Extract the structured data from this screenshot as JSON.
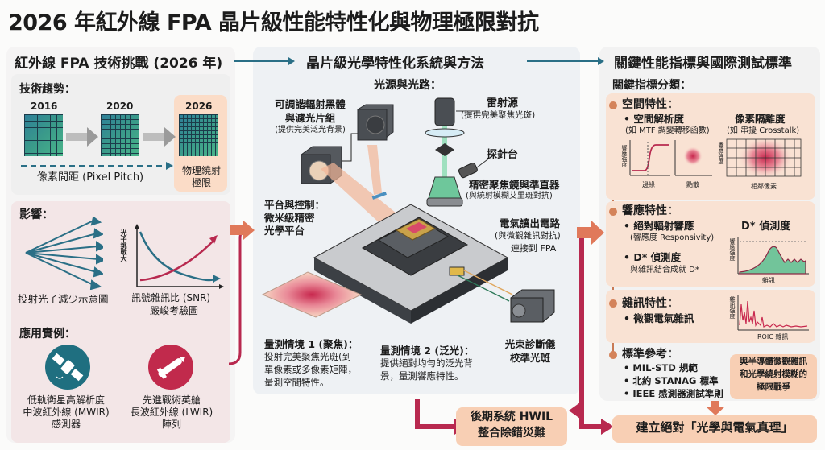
{
  "title": "2026 年紅外線 FPA 晶片級性能特性化與物理極限對抗",
  "colors": {
    "teal": "#2a6f86",
    "crimson": "#b8294f",
    "peach": "#f9dfcf",
    "orange_arrow": "#e0795a",
    "panel_left": "#f3e8e8",
    "panel_mid": "#eef1f4",
    "panel_right": "#f1f2f3"
  },
  "flow_headers": [
    "紅外線 FPA 技術挑戰 (2026 年)",
    "晶片級光學特性化系統與方法",
    "關鍵性能指標與國際測試標準"
  ],
  "left": {
    "trend": {
      "heading": "技術趨勢：",
      "years": [
        "2016",
        "2020",
        "2026"
      ],
      "pitch_label": "像素間距 (Pixel Pitch)",
      "limit_label_1": "物理繞射",
      "limit_label_2": "極限"
    },
    "impact": {
      "heading": "影響：",
      "photon_caption": "投射光子減少示意圖",
      "snr_ylabel": "光子挑戰大",
      "snr_caption_1": "訊號雜訊比 (SNR)",
      "snr_caption_2": "嚴峻考驗圖"
    },
    "applications": {
      "heading": "應用實例：",
      "items": [
        {
          "icon": "satellite-icon",
          "line1": "低軌衛星高解析度",
          "line2": "中波紅外線 (MWIR)",
          "line3": "感測器"
        },
        {
          "icon": "missile-icon",
          "line1": "先進戰術英艙",
          "line2": "長波紅外線 (LWIR)",
          "line3": "陣列"
        }
      ]
    }
  },
  "middle": {
    "light_path_heading": "光源與光路：",
    "blackbody_1": "可調諧輻射黑體",
    "blackbody_2": "與濾光片組",
    "blackbody_3": "(提供完美泛光背景)",
    "laser_1": "雷射源",
    "laser_2": "(提供完美聚焦光斑)",
    "probe": "探針台",
    "focus_1": "精密聚焦鏡與準直器",
    "focus_2": "(與繞射模糊艾里斑對抗)",
    "platform_1": "平台與控制：",
    "platform_2": "微米級精密",
    "platform_3": "光學平台",
    "readout_1": "電氣讀出電路",
    "readout_2": "(與微觀雜訊對抗)",
    "readout_3": "連接到 FPA",
    "scenario1": {
      "title": "量測情境 1 (聚焦)：",
      "body": [
        "投射完美聚焦光斑(到",
        "單像素或多像素矩陣，",
        "量測空間特性。"
      ]
    },
    "scenario2": {
      "title": "量測情境 2 (泛光)：",
      "body": [
        "提供絕對均勻的泛光背",
        "景，量測響應特性。"
      ]
    },
    "beam_1": "光束診斷儀",
    "beam_2": "校準光斑",
    "hwil_1": "後期系統 HWIL",
    "hwil_2": "整合除錯災難"
  },
  "right": {
    "heading": "關鍵指標分類：",
    "spatial": {
      "title": "空間特性：",
      "res_title": "• 空間解析度",
      "res_sub": "(如 MTF 調變轉移函數)",
      "xtalk_title": "像素隔離度",
      "xtalk_sub": "(如 串擾 Crosstalk)",
      "edge_ylabel": "響應強度",
      "edge_xlabel": "邊緣",
      "point_xlabel": "點散",
      "xtalk_ylabel": "響應強度",
      "xtalk_xlabel": "相鄰像素"
    },
    "response": {
      "title": "響應特性：",
      "item1": "• 絕對輻射響應",
      "item1_sub": "(響應度 Responsivity)",
      "item2": "• D* 偵測度",
      "item2_sub": "與雜訊結合成就 D*",
      "chart_title": "D* 偵測度",
      "chart_ylabel": "響應強度",
      "chart_xlabel": "雜訊"
    },
    "noise": {
      "title": "雜訊特性：",
      "item1": "• 微觀電氣雜訊",
      "chart_ylabel": "雜訊強度",
      "chart_xlabel": "ROIC 雜訊"
    },
    "standards": {
      "title": "標準參考：",
      "items": [
        "• MIL-STD 規範",
        "• 北約 STANAG 標準",
        "• IEEE 感測器測試準則"
      ],
      "callout": [
        "與半導體微觀雜訊",
        "和光學繞射模糊的",
        "極限戰爭"
      ]
    },
    "final": "建立絕對「光學與電氣真理」"
  }
}
